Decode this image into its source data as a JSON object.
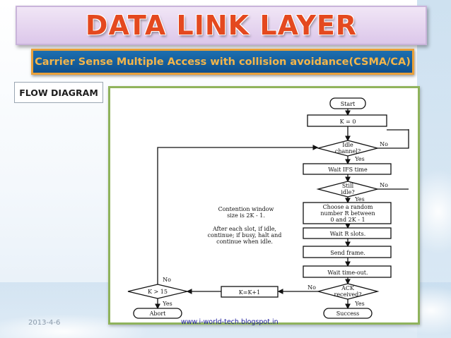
{
  "slide": {
    "title": "DATA LINK LAYER",
    "subtitle": "Carrier Sense Multiple Access with collision avoidance(CSMA/CA)",
    "section_label": "FLOW DIAGRAM",
    "date": "2013-4-6",
    "url": "www.i-world-tech.blogspot.in"
  },
  "flowchart": {
    "start": "Start",
    "k_init": "K = 0",
    "idle_channel": [
      "Idle",
      "channel?"
    ],
    "wait_ifs": "Wait IFS time",
    "still_idle": [
      "Still",
      "idle?"
    ],
    "choose_random": [
      "Choose a random",
      "number R between",
      "0 and 2K - 1"
    ],
    "wait_r": "Wait R slots.",
    "send_frame": "Send frame.",
    "wait_timeout": "Wait time-out.",
    "ack_received": [
      "ACK",
      "received?"
    ],
    "success": "Success",
    "k_increment": "K=K+1",
    "k_check": "K > 15",
    "abort": "Abort",
    "yes": "Yes",
    "no": "No",
    "note_contention": [
      "Contention window",
      "size is 2K - 1."
    ],
    "note_slots": [
      "After each slot, if idle,",
      "continue; if busy, halt and",
      "continue when idle."
    ]
  },
  "colors": {
    "title": "#e4491f",
    "subtitle_bg": "#1d6fb0",
    "subtitle_text": "#f3b54a",
    "frame_border": "#8fb35c"
  }
}
